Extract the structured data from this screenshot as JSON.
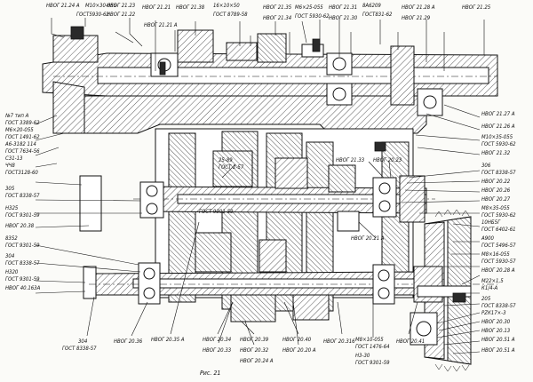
{
  "caption": "Рис. 21",
  "labels": {
    "top": [
      "НВОГ 21.24 А",
      "М10×30-055",
      "ГОСТ5930-62",
      "НВОГ 21.23",
      "НВОГ 21.22",
      "НВОГ 21.21",
      "НВОГ 21.21 А",
      "НВОГ 21.38",
      "16×10×50",
      "ГОСТ 8789-58",
      "НВОГ 21.35",
      "НВОГ 21.34",
      "М6×25-055",
      "ГОСТ 5930-62",
      "НВОГ 21.31",
      "НВОГ 21.30",
      "8А6209",
      "ГОСТ831-62",
      "НВОГ 21.28 А",
      "НВОГ 21.29",
      "НВОГ 21.25"
    ],
    "left": [
      "№7 тип А",
      "ГОСТ 3389-62",
      "М6×20-055",
      "ГОСТ 1491-62",
      "А6-3182 114",
      "ГОСТ 7634-56",
      "С31-13",
      "ЧЧ8",
      "ГОСТ3128-60",
      "305",
      "ГОСТ 8338-57",
      "Н325",
      "ГОСТ 9301-59",
      "НВОГ 20.38",
      "8352",
      "ГОСТ 9301-59",
      "304",
      "ГОСТ 8338-57",
      "Н320",
      "ГОСТ 9301-59",
      "НВОГ 40.163А"
    ],
    "right": [
      "НВОГ 21.27 А",
      "НВОГ 21.26 А",
      "М10×35-055",
      "ГОСТ 5930-62",
      "НВОГ 21.32",
      "306",
      "ГОСТ 8338-57",
      "НВОГ 20.22",
      "НВОГ 20.26",
      "НВОГ 20.27",
      "М8×35-055",
      "ГОСТ 5930-62",
      "10НБ5Г",
      "ГОСТ 6402-61",
      "А900",
      "ГОСТ 5496-57",
      "М8×16-055",
      "ГОСТ 5930-57",
      "НВОГ 20.28 А",
      "М22×1,5",
      "К1/4-А",
      "205",
      "ГОСТ 8338-57",
      "РZК17×-3",
      "НВОГ 20.30",
      "НВОГ 20.13",
      "НВОГ 20.51 А",
      "НВОГ 20.51 А"
    ],
    "middle": [
      "НВОГ 21.33",
      "НВОГ 20.23",
      "25-89",
      "ГОСТ 2-57",
      "ГОСТ 9301-59",
      "НВОГ 20.21 А"
    ],
    "bottom": [
      "304",
      "ГОСТ 8338-57",
      "НВОГ 20.36",
      "НВОГ 20.35 А",
      "НВОГ 20.34",
      "НВОГ 20.33",
      "НВОГ 20.39",
      "НВОГ 20.32",
      "НВОГ 20.24 А",
      "НВОГ 20.40",
      "НВОГ 20.20 А",
      "НВОГ 20.316",
      "М8×10-055",
      "ГОСТ 1476-64",
      "Н3-30",
      "ГОСТ 9301-59",
      "НВОГ 20.41"
    ]
  }
}
